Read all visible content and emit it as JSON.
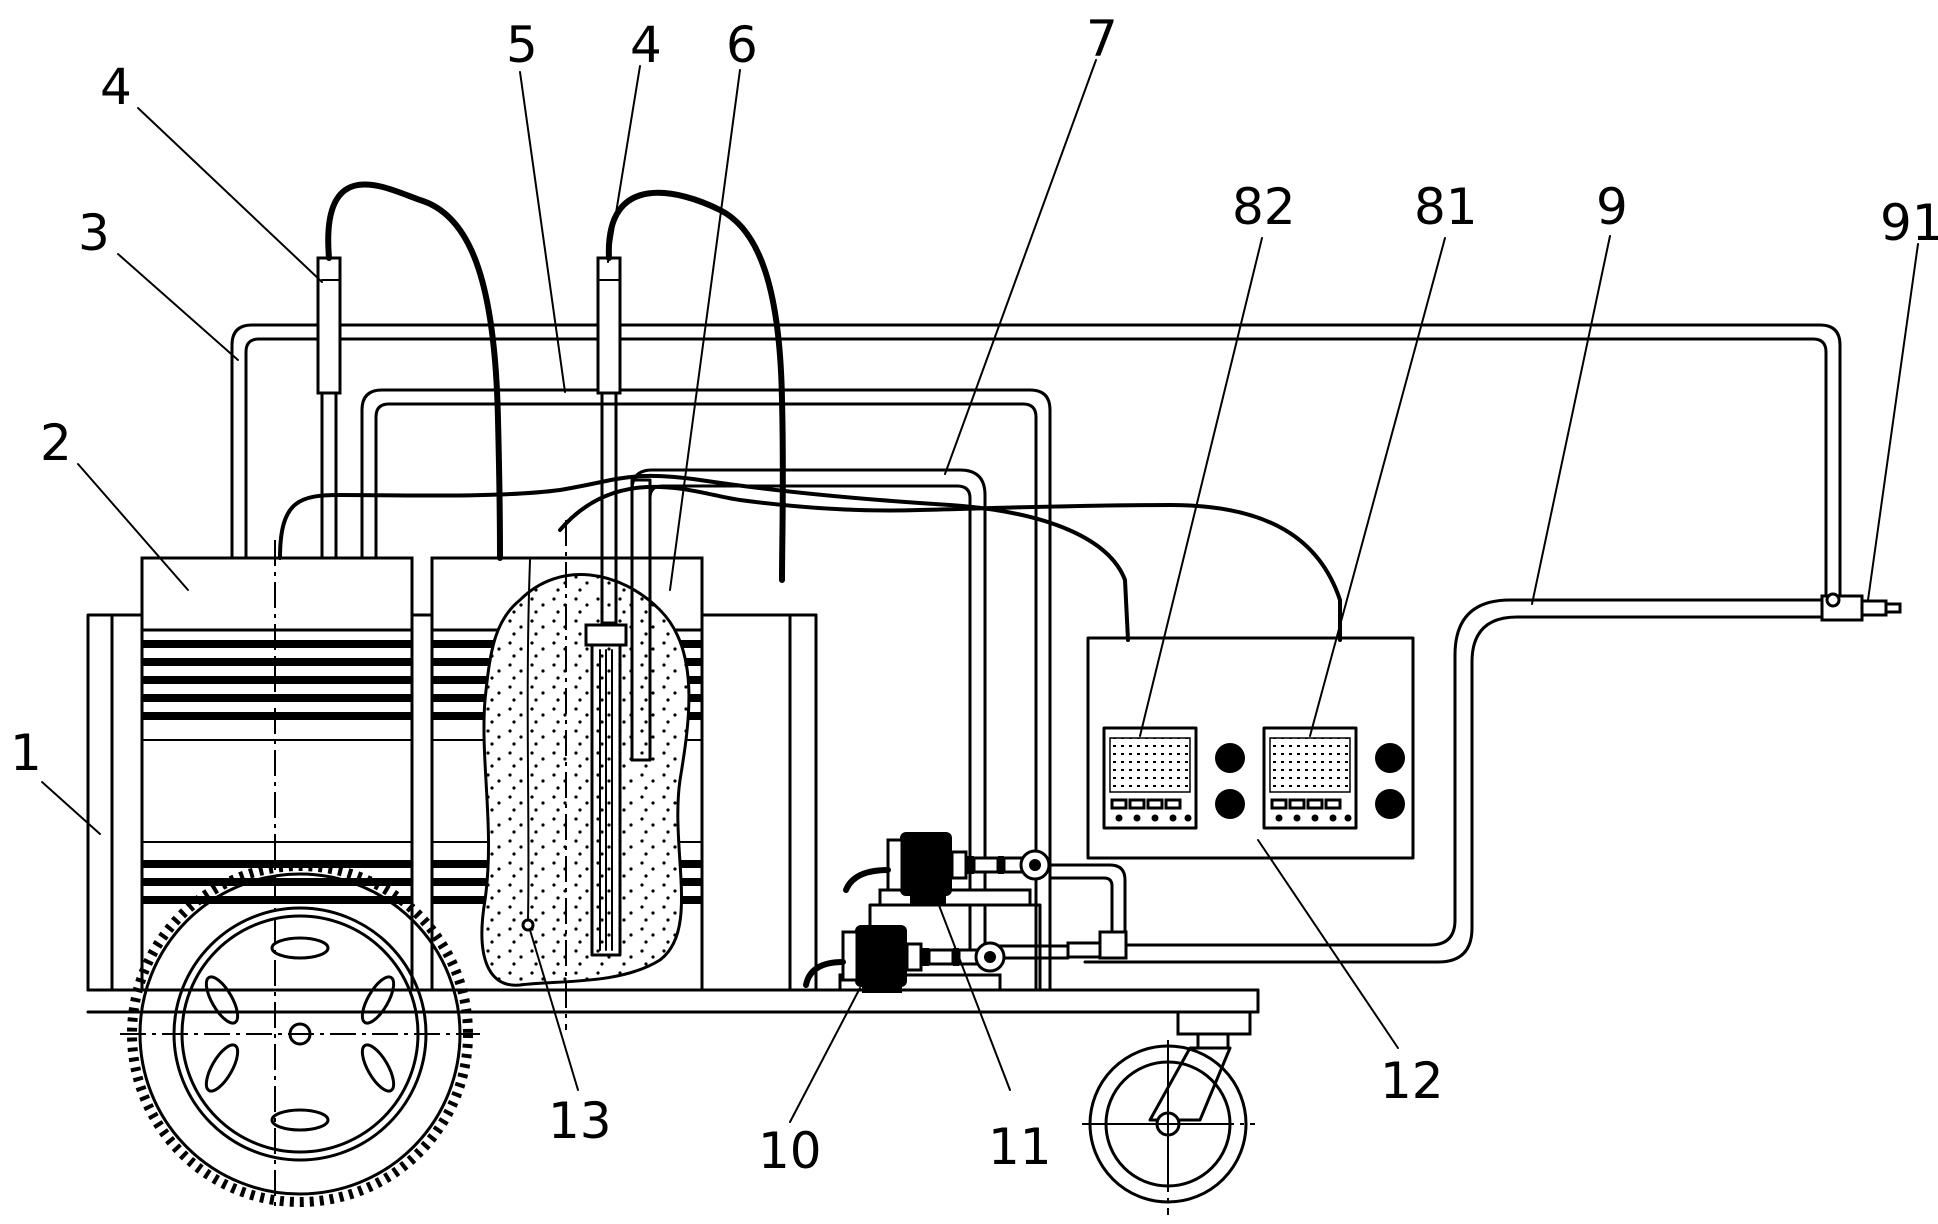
{
  "labels": {
    "l1": "1",
    "l2": "2",
    "l3": "3",
    "l4a": "4",
    "l4b": "4",
    "l5": "5",
    "l6": "6",
    "l7": "7",
    "l82": "82",
    "l81": "81",
    "l9": "9",
    "l91": "91",
    "l10": "10",
    "l11": "11",
    "l12": "12",
    "l13": "13"
  }
}
